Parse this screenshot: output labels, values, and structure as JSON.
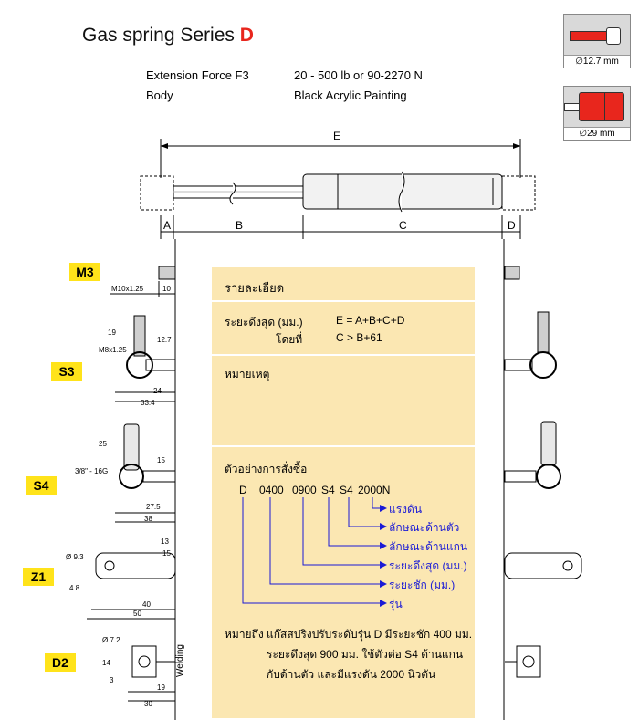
{
  "title": {
    "prefix": "Gas spring Series ",
    "series": "D"
  },
  "specs": [
    {
      "label": "Extension Force F3",
      "value": "20 - 500 lb or 90-2270 N"
    },
    {
      "label": "Body",
      "value": "Black Acrylic Painting"
    }
  ],
  "icons": [
    {
      "caption": "∅12.7 mm",
      "icon": "rod-icon"
    },
    {
      "caption": "∅29 mm",
      "icon": "tube-icon"
    }
  ],
  "drawing": {
    "E": "E",
    "A": "A",
    "B": "B",
    "C": "C",
    "D": "D"
  },
  "fittings": [
    {
      "tag": "M3",
      "dims": [
        "M10x1.25",
        "10"
      ]
    },
    {
      "tag": "S3",
      "dims": [
        "19",
        "M8x1.25",
        "12.7",
        "24",
        "33.4"
      ]
    },
    {
      "tag": "S4",
      "dims": [
        "25",
        "3/8\" - 16G",
        "15",
        "27.5",
        "38"
      ]
    },
    {
      "tag": "Z1",
      "dims": [
        "13",
        "Ø 9.3",
        "15",
        "4.8",
        "40",
        "50"
      ]
    },
    {
      "tag": "D2",
      "dims": [
        "Ø 7.2",
        "14",
        "3",
        "19",
        "30"
      ]
    }
  ],
  "welding": "Welding",
  "panel": {
    "detail_title": "รายละเอียด",
    "max_len_label": "ระยะดึงสุด (มม.)",
    "max_len_formula": "E = A+B+C+D",
    "where_label": "โดยที่",
    "where_formula": "C > B+61",
    "note_title": "หมายเหตุ",
    "order_title": "ตัวอย่างการสั่งซื้อ",
    "order_code": [
      "D",
      "0400",
      "0900",
      "S4",
      "S4",
      "2000N"
    ],
    "legend": [
      "แรงดัน",
      "ลักษณะด้านตัว",
      "ลักษณะด้านแกน",
      "ระยะดึงสุด (มม.)",
      "ระยะชัก (มม.)",
      "รุ่น"
    ],
    "note_lines": [
      "หมายถึง แก๊สสปริงปรับระดับรุ่น D มีระยะชัก 400 มม.",
      "ระยะดึงสุด 900 มม.  ใช้ตัวต่อ S4 ด้านแกน",
      "กับด้านตัว และมีแรงดัน 2000 นิวตัน"
    ]
  }
}
